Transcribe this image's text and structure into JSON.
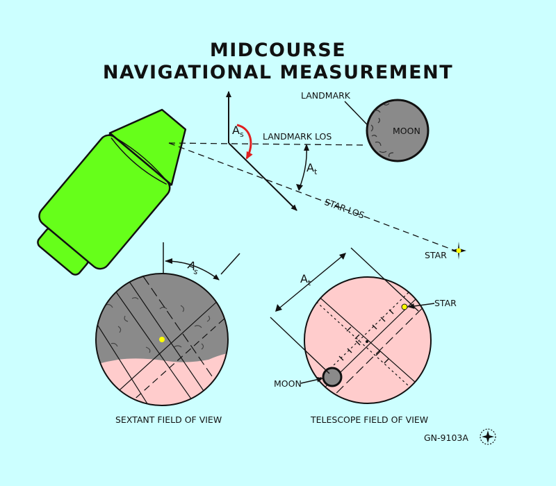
{
  "title": {
    "line1": "MIDCOURSE",
    "line2": "NAVIGATIONAL MEASUREMENT"
  },
  "labels": {
    "landmark": "LANDMARK",
    "moon": "MOON",
    "landmark_los": "LANDMARK LOS",
    "star_los": "STAR LOS",
    "star": "STAR",
    "moon_small": "MOON",
    "star_small": "STAR",
    "sextant_fov": "SEXTANT FIELD OF VIEW",
    "telescope_fov": "TELESCOPE FIELD OF VIEW",
    "figure_id": "GN-9103A"
  },
  "angles": {
    "a_main": "A",
    "s_sub": "s",
    "t_sub": "t"
  },
  "colors": {
    "background": "#ccffff",
    "spacecraft": "#66ff1a",
    "moon": "#8a8a8a",
    "fov_pink": "#ffcccc",
    "rotation_arrow": "#e02020",
    "star": "#ffff00"
  }
}
